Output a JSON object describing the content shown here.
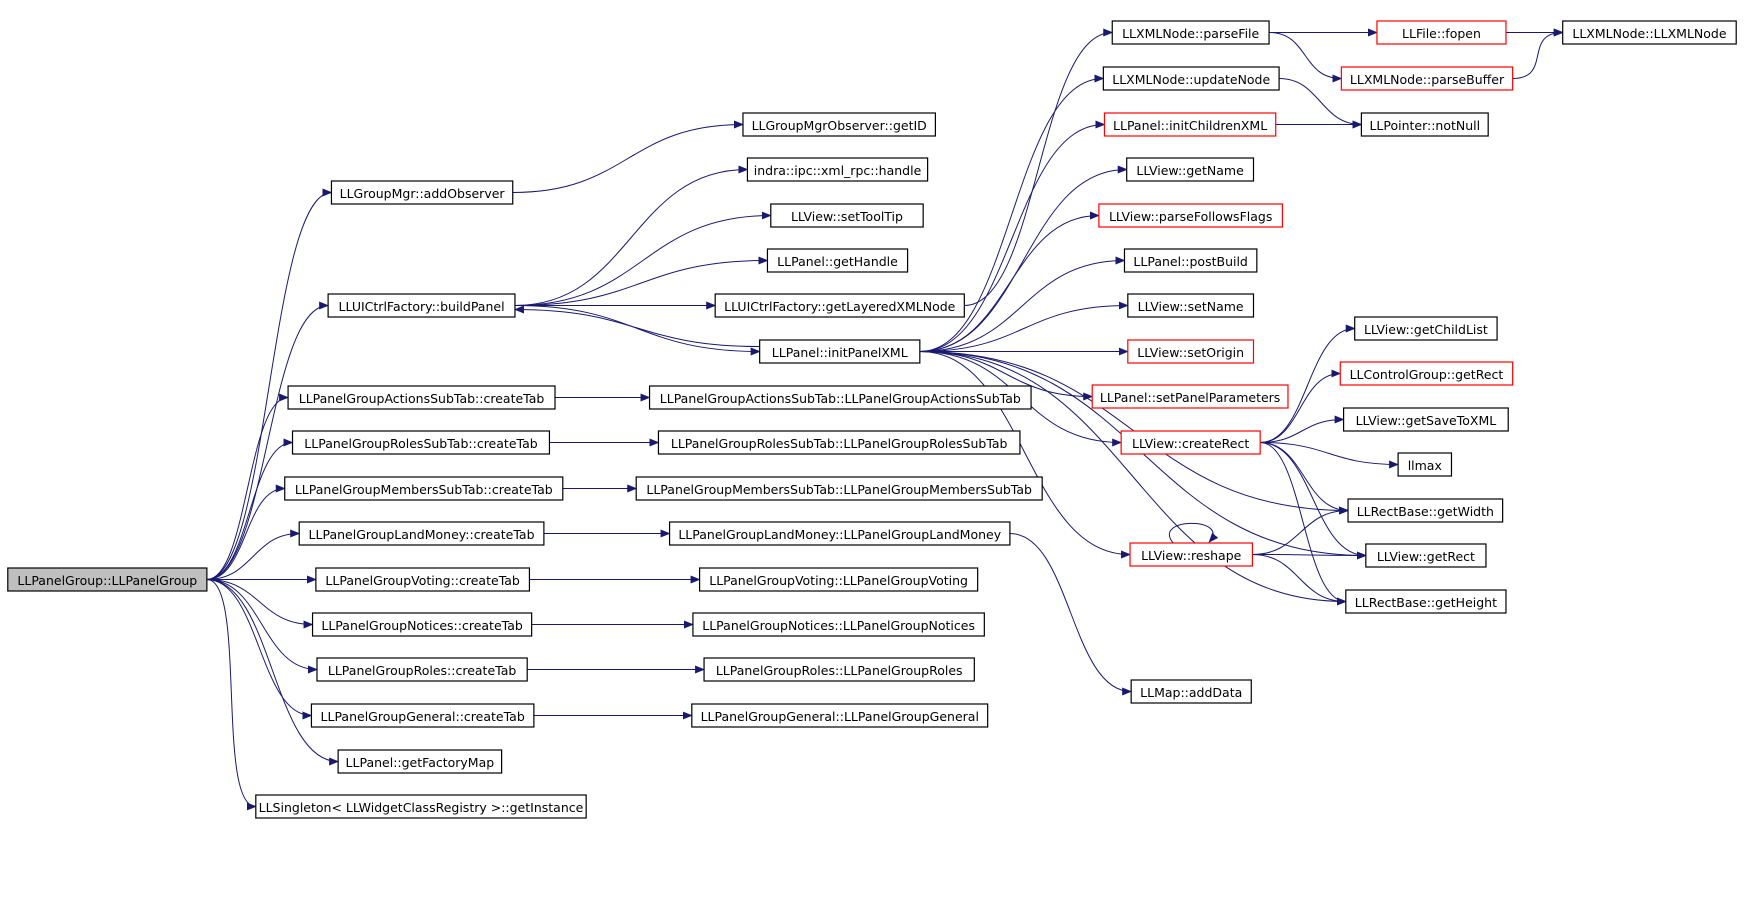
{
  "colors": {
    "edge": "#191970",
    "node_border": "#000000",
    "truncated_border": "#ff0000",
    "root_fill": "#bfbfbf",
    "node_fill": "#ffffff"
  },
  "nodes": [
    {
      "id": "root",
      "label": "LLPanelGroup::LLPanelGroup",
      "style": "root"
    },
    {
      "id": "addObserver",
      "label": "LLGroupMgr::addObserver",
      "style": "normal"
    },
    {
      "id": "buildPanel",
      "label": "LLUICtrlFactory::buildPanel",
      "style": "normal"
    },
    {
      "id": "actionsCreate",
      "label": "LLPanelGroupActionsSubTab::createTab",
      "style": "normal"
    },
    {
      "id": "rolesSubCreate",
      "label": "LLPanelGroupRolesSubTab::createTab",
      "style": "normal"
    },
    {
      "id": "membersCreate",
      "label": "LLPanelGroupMembersSubTab::createTab",
      "style": "normal"
    },
    {
      "id": "landCreate",
      "label": "LLPanelGroupLandMoney::createTab",
      "style": "normal"
    },
    {
      "id": "votingCreate",
      "label": "LLPanelGroupVoting::createTab",
      "style": "normal"
    },
    {
      "id": "noticesCreate",
      "label": "LLPanelGroupNotices::createTab",
      "style": "normal"
    },
    {
      "id": "rolesCreate",
      "label": "LLPanelGroupRoles::createTab",
      "style": "normal"
    },
    {
      "id": "generalCreate",
      "label": "LLPanelGroupGeneral::createTab",
      "style": "normal"
    },
    {
      "id": "getFactoryMap",
      "label": "LLPanel::getFactoryMap",
      "style": "normal"
    },
    {
      "id": "getInstance",
      "label": "LLSingleton< LLWidgetClassRegistry >::getInstance",
      "style": "normal"
    },
    {
      "id": "getID",
      "label": "LLGroupMgrObserver::getID",
      "style": "normal"
    },
    {
      "id": "xmlrpc",
      "label": "indra::ipc::xml_rpc::handle",
      "style": "normal"
    },
    {
      "id": "setToolTip",
      "label": "LLView::setToolTip",
      "style": "normal"
    },
    {
      "id": "getHandle",
      "label": "LLPanel::getHandle",
      "style": "normal"
    },
    {
      "id": "getLayered",
      "label": "LLUICtrlFactory::getLayeredXMLNode",
      "style": "normal"
    },
    {
      "id": "initPanelXML",
      "label": "LLPanel::initPanelXML",
      "style": "normal"
    },
    {
      "id": "actionsCtor",
      "label": "LLPanelGroupActionsSubTab::LLPanelGroupActionsSubTab",
      "style": "normal"
    },
    {
      "id": "rolesSubCtor",
      "label": "LLPanelGroupRolesSubTab::LLPanelGroupRolesSubTab",
      "style": "normal"
    },
    {
      "id": "membersCtor",
      "label": "LLPanelGroupMembersSubTab::LLPanelGroupMembersSubTab",
      "style": "normal"
    },
    {
      "id": "landCtor",
      "label": "LLPanelGroupLandMoney::LLPanelGroupLandMoney",
      "style": "normal"
    },
    {
      "id": "votingCtor",
      "label": "LLPanelGroupVoting::LLPanelGroupVoting",
      "style": "normal"
    },
    {
      "id": "noticesCtor",
      "label": "LLPanelGroupNotices::LLPanelGroupNotices",
      "style": "normal"
    },
    {
      "id": "rolesCtor",
      "label": "LLPanelGroupRoles::LLPanelGroupRoles",
      "style": "normal"
    },
    {
      "id": "generalCtor",
      "label": "LLPanelGroupGeneral::LLPanelGroupGeneral",
      "style": "normal"
    },
    {
      "id": "parseFile",
      "label": "LLXMLNode::parseFile",
      "style": "normal"
    },
    {
      "id": "updateNode",
      "label": "LLXMLNode::updateNode",
      "style": "normal"
    },
    {
      "id": "initChildrenXML",
      "label": "LLPanel::initChildrenXML",
      "style": "truncated"
    },
    {
      "id": "getName",
      "label": "LLView::getName",
      "style": "normal"
    },
    {
      "id": "parseFollows",
      "label": "LLView::parseFollowsFlags",
      "style": "truncated"
    },
    {
      "id": "postBuild",
      "label": "LLPanel::postBuild",
      "style": "normal"
    },
    {
      "id": "setName",
      "label": "LLView::setName",
      "style": "normal"
    },
    {
      "id": "setOrigin",
      "label": "LLView::setOrigin",
      "style": "truncated"
    },
    {
      "id": "setPanelParams",
      "label": "LLPanel::setPanelParameters",
      "style": "truncated"
    },
    {
      "id": "createRect",
      "label": "LLView::createRect",
      "style": "truncated"
    },
    {
      "id": "reshape",
      "label": "LLView::reshape",
      "style": "truncated"
    },
    {
      "id": "addData",
      "label": "LLMap::addData",
      "style": "normal"
    },
    {
      "id": "fopen",
      "label": "LLFile::fopen",
      "style": "truncated"
    },
    {
      "id": "parseBuffer",
      "label": "LLXMLNode::parseBuffer",
      "style": "truncated"
    },
    {
      "id": "xmlnodeCtor",
      "label": "LLXMLNode::LLXMLNode",
      "style": "normal"
    },
    {
      "id": "notNull",
      "label": "LLPointer::notNull",
      "style": "normal"
    },
    {
      "id": "getChildList",
      "label": "LLView::getChildList",
      "style": "normal"
    },
    {
      "id": "ctrlGroupRect",
      "label": "LLControlGroup::getRect",
      "style": "truncated"
    },
    {
      "id": "getSaveToXML",
      "label": "LLView::getSaveToXML",
      "style": "normal"
    },
    {
      "id": "llmax",
      "label": "llmax",
      "style": "normal"
    },
    {
      "id": "getWidth",
      "label": "LLRectBase::getWidth",
      "style": "normal"
    },
    {
      "id": "getRect",
      "label": "LLView::getRect",
      "style": "normal"
    },
    {
      "id": "getHeight",
      "label": "LLRectBase::getHeight",
      "style": "normal"
    }
  ],
  "edges": [
    [
      "root",
      "addObserver"
    ],
    [
      "root",
      "buildPanel"
    ],
    [
      "root",
      "actionsCreate"
    ],
    [
      "root",
      "rolesSubCreate"
    ],
    [
      "root",
      "membersCreate"
    ],
    [
      "root",
      "landCreate"
    ],
    [
      "root",
      "votingCreate"
    ],
    [
      "root",
      "noticesCreate"
    ],
    [
      "root",
      "rolesCreate"
    ],
    [
      "root",
      "generalCreate"
    ],
    [
      "root",
      "getFactoryMap"
    ],
    [
      "root",
      "getInstance"
    ],
    [
      "addObserver",
      "getID"
    ],
    [
      "buildPanel",
      "xmlrpc"
    ],
    [
      "buildPanel",
      "setToolTip"
    ],
    [
      "buildPanel",
      "getHandle"
    ],
    [
      "buildPanel",
      "getLayered"
    ],
    [
      "buildPanel",
      "initPanelXML"
    ],
    [
      "initPanelXML",
      "buildPanel"
    ],
    [
      "actionsCreate",
      "actionsCtor"
    ],
    [
      "rolesSubCreate",
      "rolesSubCtor"
    ],
    [
      "membersCreate",
      "membersCtor"
    ],
    [
      "landCreate",
      "landCtor"
    ],
    [
      "votingCreate",
      "votingCtor"
    ],
    [
      "noticesCreate",
      "noticesCtor"
    ],
    [
      "rolesCreate",
      "rolesCtor"
    ],
    [
      "generalCreate",
      "generalCtor"
    ],
    [
      "landCtor",
      "addData"
    ],
    [
      "getLayered",
      "parseFile"
    ],
    [
      "initPanelXML",
      "updateNode"
    ],
    [
      "initPanelXML",
      "initChildrenXML"
    ],
    [
      "initPanelXML",
      "getName"
    ],
    [
      "initPanelXML",
      "parseFollows"
    ],
    [
      "initPanelXML",
      "postBuild"
    ],
    [
      "initPanelXML",
      "setName"
    ],
    [
      "initPanelXML",
      "setOrigin"
    ],
    [
      "initPanelXML",
      "setPanelParams"
    ],
    [
      "initPanelXML",
      "createRect"
    ],
    [
      "initPanelXML",
      "reshape"
    ],
    [
      "initPanelXML",
      "getWidth"
    ],
    [
      "initPanelXML",
      "getRect"
    ],
    [
      "initPanelXML",
      "getHeight"
    ],
    [
      "parseFile",
      "fopen"
    ],
    [
      "parseFile",
      "parseBuffer"
    ],
    [
      "parseFile",
      "xmlnodeCtor"
    ],
    [
      "parseBuffer",
      "xmlnodeCtor"
    ],
    [
      "updateNode",
      "notNull"
    ],
    [
      "initChildrenXML",
      "notNull"
    ],
    [
      "createRect",
      "getChildList"
    ],
    [
      "createRect",
      "ctrlGroupRect"
    ],
    [
      "createRect",
      "getSaveToXML"
    ],
    [
      "createRect",
      "llmax"
    ],
    [
      "createRect",
      "getWidth"
    ],
    [
      "createRect",
      "getRect"
    ],
    [
      "createRect",
      "getHeight"
    ],
    [
      "reshape",
      "reshape"
    ],
    [
      "reshape",
      "getWidth"
    ],
    [
      "reshape",
      "getRect"
    ],
    [
      "reshape",
      "getHeight"
    ]
  ]
}
